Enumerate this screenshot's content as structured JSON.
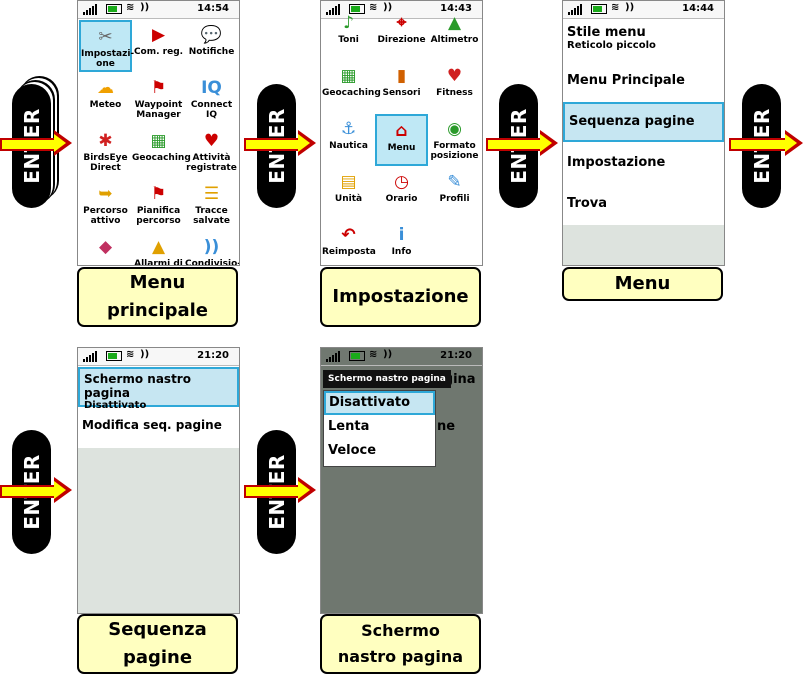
{
  "enter_label": "ENTER",
  "status": {
    "time1": "14:54",
    "time2": "14:43",
    "time3": "14:44",
    "time4": "21:20",
    "time5": "21:20"
  },
  "screen1": {
    "cells": [
      {
        "label": "Impostazi-one",
        "icon": "✂",
        "color": "#666"
      },
      {
        "label": "Com. reg.",
        "icon": "▶",
        "color": "#c00"
      },
      {
        "label": "Notifiche",
        "icon": "💬",
        "color": "#3a8fd8"
      },
      {
        "label": "Meteo",
        "icon": "☁",
        "color": "#f0a000"
      },
      {
        "label": "Waypoint Manager",
        "icon": "⚑",
        "color": "#c00"
      },
      {
        "label": "Connect IQ",
        "icon": "IQ",
        "color": "#3a8fd8"
      },
      {
        "label": "BirdsEye Direct",
        "icon": "✱",
        "color": "#d02020"
      },
      {
        "label": "Geocaching",
        "icon": "▦",
        "color": "#2a9a2a"
      },
      {
        "label": "Attività registrate",
        "icon": "♥",
        "color": "#c00"
      },
      {
        "label": "Percorso attivo",
        "icon": "➥",
        "color": "#e0a000"
      },
      {
        "label": "Pianifica percorso",
        "icon": "⚑",
        "color": "#c00"
      },
      {
        "label": "Tracce salvate",
        "icon": "☰",
        "color": "#e0a000"
      },
      {
        "label": "",
        "icon": "◆",
        "color": "#c03060"
      },
      {
        "label": "Allarmi di",
        "icon": "▲",
        "color": "#e0a000"
      },
      {
        "label": "Condivisio-",
        "icon": "))",
        "color": "#3a8fd8"
      }
    ]
  },
  "screen2": {
    "cells": [
      {
        "label": "Toni",
        "icon": "♪",
        "color": "#2a9a2a"
      },
      {
        "label": "Direzione",
        "icon": "⌖",
        "color": "#c00"
      },
      {
        "label": "Altimetro",
        "icon": "▲",
        "color": "#2a9a2a"
      },
      {
        "label": "Geocaching",
        "icon": "▦",
        "color": "#2a9a2a"
      },
      {
        "label": "Sensori",
        "icon": "▮",
        "color": "#d06000"
      },
      {
        "label": "Fitness",
        "icon": "♥",
        "color": "#d02020"
      },
      {
        "label": "Nautica",
        "icon": "⚓",
        "color": "#3a8fd8"
      },
      {
        "label": "Menu",
        "icon": "⌂",
        "color": "#c00"
      },
      {
        "label": "Formato posizione",
        "icon": "◉",
        "color": "#2a9a2a"
      },
      {
        "label": "Unità",
        "icon": "▤",
        "color": "#e0a000"
      },
      {
        "label": "Orario",
        "icon": "◷",
        "color": "#c00"
      },
      {
        "label": "Profili",
        "icon": "✎",
        "color": "#3a8fd8"
      },
      {
        "label": "Reimposta",
        "icon": "↶",
        "color": "#c00"
      },
      {
        "label": "Info",
        "icon": "i",
        "color": "#3a8fd8"
      }
    ]
  },
  "screen3": {
    "item1_title": "Stile menu",
    "item1_sub": "Reticolo piccolo",
    "item2": "Menu Principale",
    "item3": "Sequenza pagine",
    "item4": "Impostazione",
    "item5": "Trova"
  },
  "screen4": {
    "item1_title": "Schermo nastro pagina",
    "item1_sub": "Disattivato",
    "item2": "Modifica seq. pagine"
  },
  "screen5": {
    "popup_title": "Schermo nastro pagina",
    "bg_text1": "agina",
    "bg_text2": "ne",
    "options": [
      "Disattivato",
      "Lenta",
      "Veloce"
    ]
  },
  "captions": {
    "c1": "Menu principale",
    "c2": "Impostazione",
    "c3": "Menu",
    "c4": "Sequenza pagine",
    "c5": "Schermo nastro pagina"
  }
}
